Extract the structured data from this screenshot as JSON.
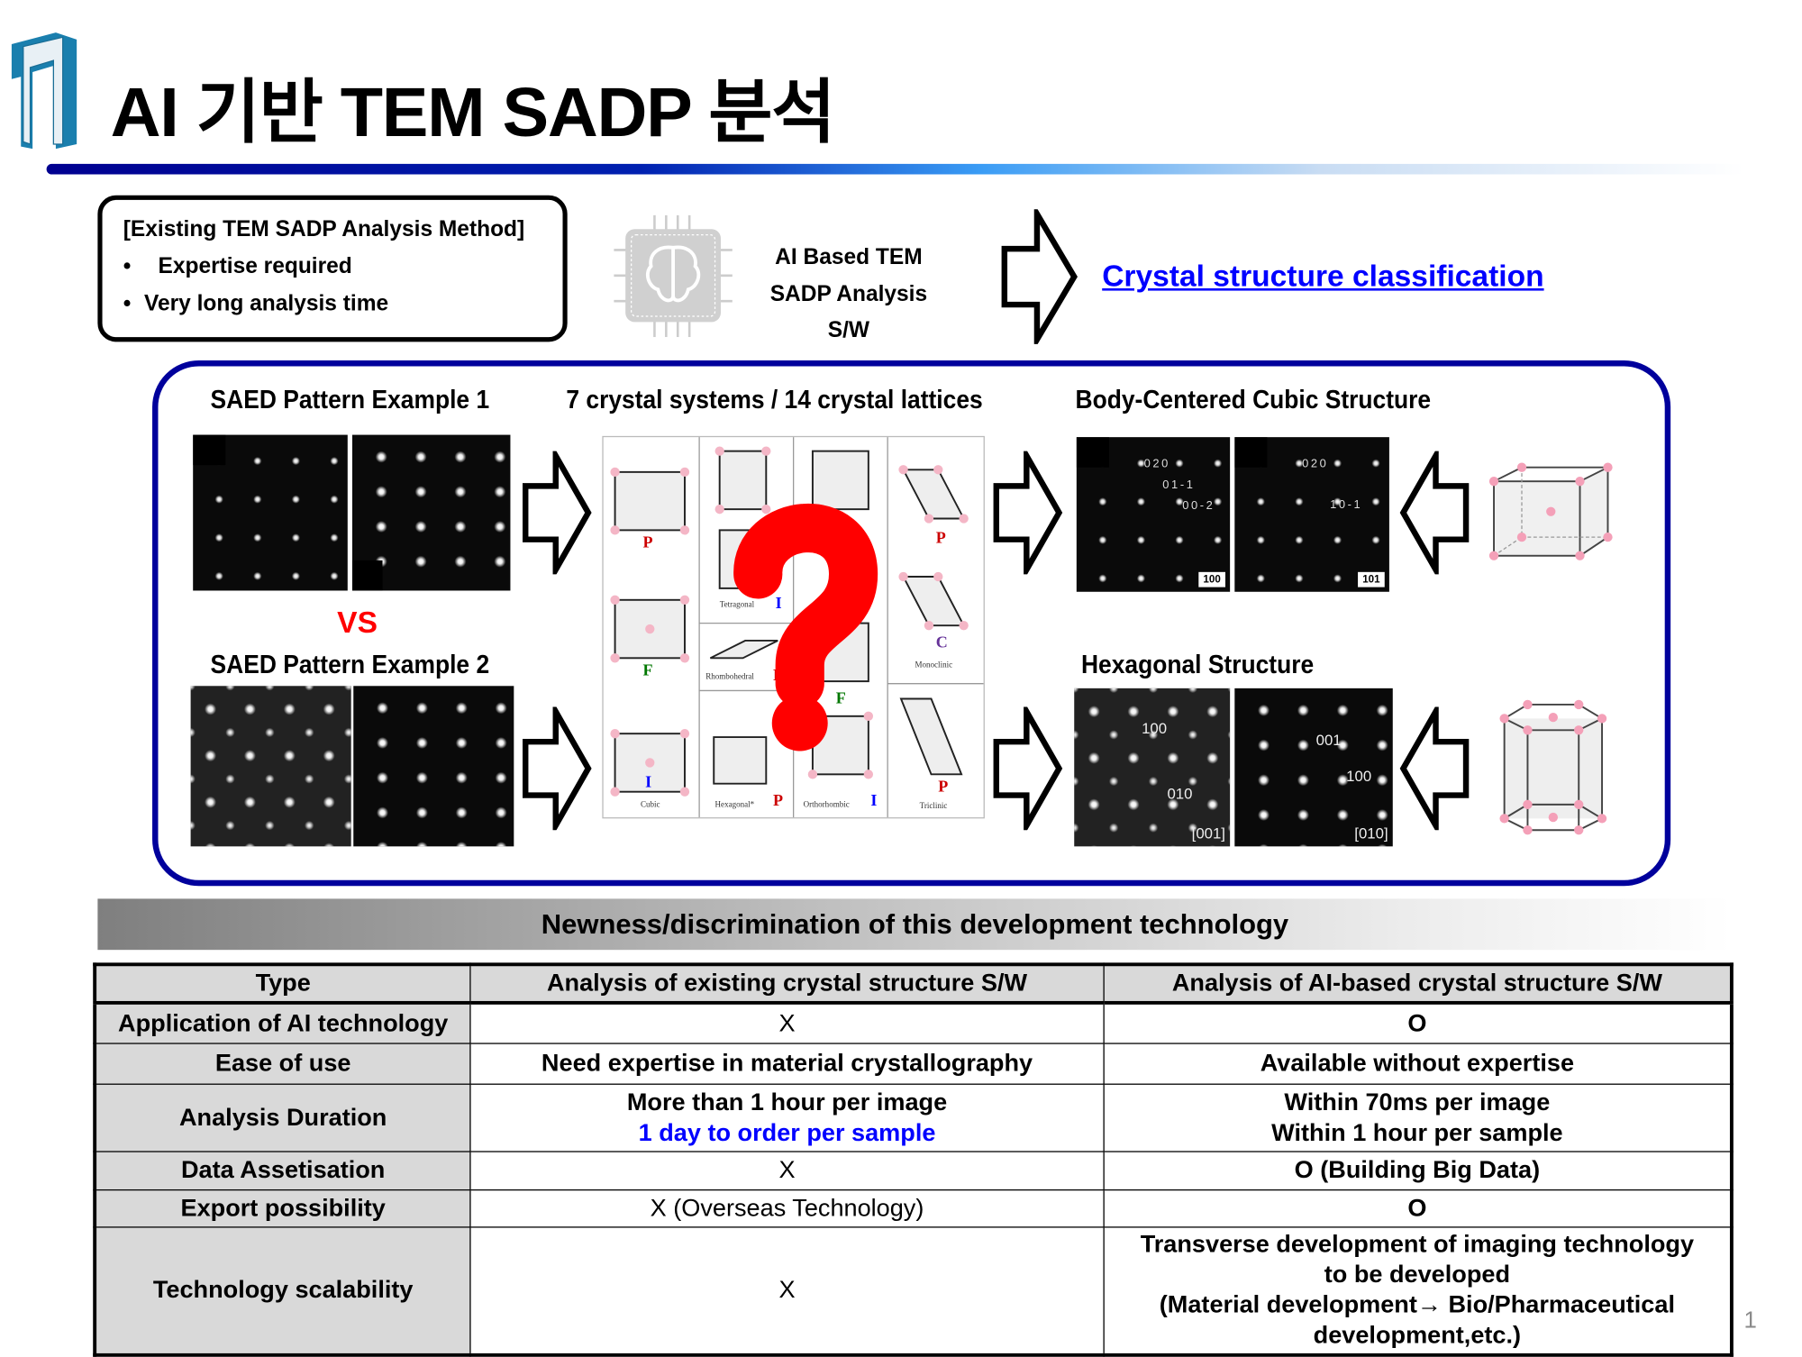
{
  "header": {
    "logo_number": "1",
    "title": "AI 기반 TEM SADP 분석"
  },
  "existing_method": {
    "title": "[Existing TEM SADP Analysis Method]",
    "bullets": [
      "Expertise required",
      "Very long analysis time"
    ]
  },
  "ai_sw": {
    "lines": [
      "AI Based TEM",
      "SADP Analysis",
      "S/W"
    ]
  },
  "result_link": "Crystal structure classification",
  "panel": {
    "saed1_title": "SAED Pattern Example 1",
    "vs": "VS",
    "saed2_title": "SAED Pattern Example 2",
    "lattice_title": "7 crystal systems / 14 crystal lattices",
    "bcc_title": "Body-Centered Cubic Structure",
    "hex_title": "Hexagonal Structure",
    "bcc_labels": {
      "a1": "020",
      "a2": "01-1",
      "a3": "00-2",
      "a_tag": "100",
      "b1": "020",
      "b2": "10-1",
      "b_tag": "101"
    },
    "hex_labels": {
      "a1": "100",
      "a2": "010",
      "a_zone": "[001]",
      "b1": "001",
      "b2": "100",
      "b_zone": "[010]"
    },
    "lattice": {
      "question": "?",
      "systems": [
        "Cubic",
        "Tetragonal",
        "Rhombohedral",
        "Hexagonal*",
        "Orthorhombic",
        "Monoclinic",
        "Triclinic"
      ],
      "letters": {
        "cubic": [
          "P",
          "F",
          "I"
        ],
        "tetragonal": "I",
        "rhombohedral": "R",
        "hexagonal": "P",
        "orthorhombic": [
          "F",
          "I"
        ],
        "monoclinic": [
          "P",
          "C"
        ],
        "triclinic": "P"
      }
    }
  },
  "banner": "Newness/discrimination of this development technology",
  "table": {
    "headers": [
      "Type",
      "Analysis of existing crystal structure S/W",
      "Analysis of AI-based crystal structure S/W"
    ],
    "rows": [
      {
        "type": "Application of AI technology",
        "existing": "X",
        "ai": "O"
      },
      {
        "type": "Ease of use",
        "existing": "Need expertise in material crystallography",
        "ai": "Available without expertise"
      },
      {
        "type": "Analysis Duration",
        "existing": "More than 1 hour per image",
        "existing2": "1 day to order per sample",
        "ai": "Within 70ms per image",
        "ai2": "Within 1 hour per sample"
      },
      {
        "type": "Data Assetisation",
        "existing": "X",
        "ai": "O (Building Big Data)"
      },
      {
        "type": "Export possibility",
        "existing": "X (Overseas Technology)",
        "ai": "O"
      },
      {
        "type": "Technology scalability",
        "existing": "X",
        "ai": "Transverse development of imaging technology",
        "ai2": "to be developed",
        "ai3": "(Material development→ Bio/Pharmaceutical",
        "ai4": "development,etc.)"
      }
    ]
  },
  "page_number": "1",
  "colors": {
    "accent": "#00009c",
    "link": "#0000ff",
    "highlight": "#ff0000"
  }
}
